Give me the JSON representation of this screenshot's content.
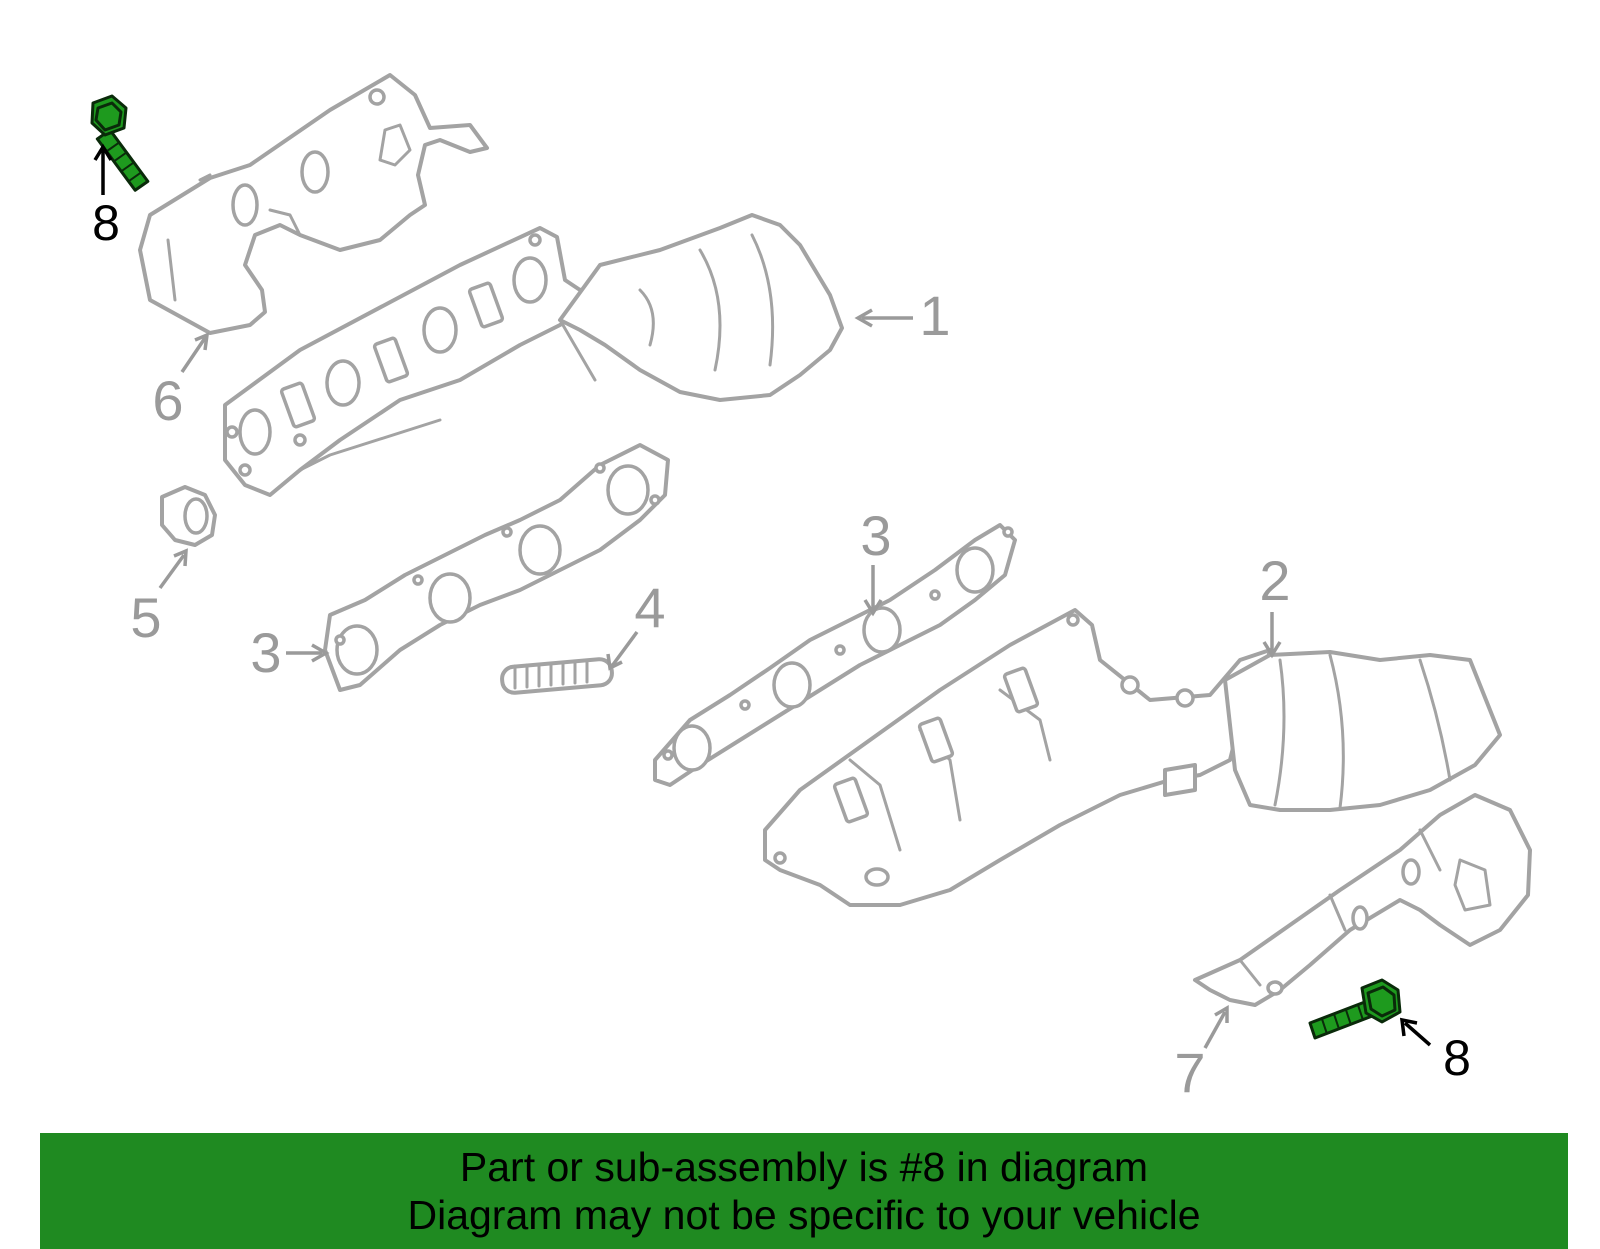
{
  "callouts": {
    "c1": "1",
    "c2": "2",
    "c3a": "3",
    "c3b": "3",
    "c4": "4",
    "c5": "5",
    "c6": "6",
    "c7": "7",
    "c8a": "8",
    "c8b": "8"
  },
  "banner": {
    "line1": "Part or sub-assembly is #8 in diagram",
    "line2": "Diagram may not be specific to your vehicle"
  },
  "colors": {
    "highlight": "#1e9a1e",
    "banner": "#1f8a21",
    "part_outline": "#a3a3a3"
  }
}
